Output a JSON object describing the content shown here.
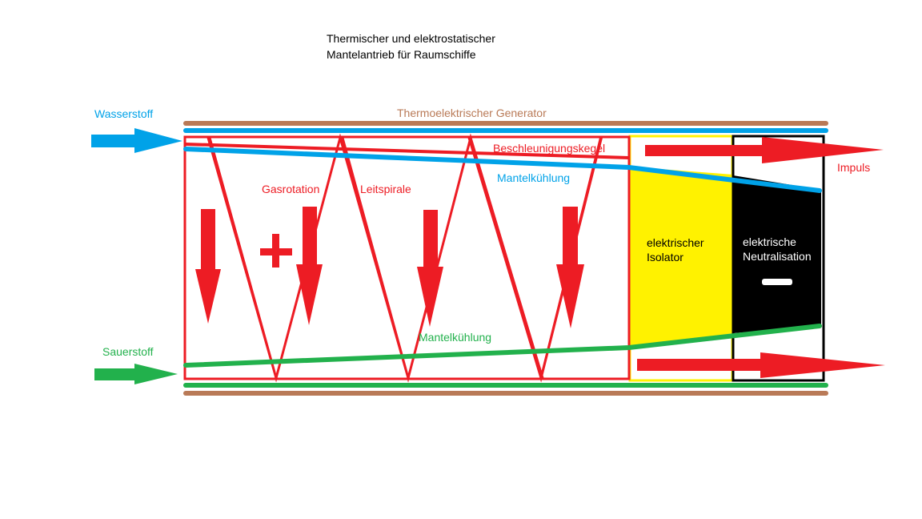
{
  "title": {
    "line1": "Thermischer und elektrostatischer",
    "line2": "Mantelantrieb für Raumschiffe"
  },
  "labels": {
    "hydrogen": "Wasserstoff",
    "oxygen": "Sauerstoff",
    "generator": "Thermoelektrischer Generator",
    "acceleration_cone": "Beschleunigungskegel",
    "jacket_cooling_top": "Mantelkühlung",
    "jacket_cooling_bottom": "Mantelkühlung",
    "gas_rotation": "Gasrotation",
    "guide_spiral": "Leitspirale",
    "impulse": "Impuls",
    "isolator_line1": "elektrischer",
    "isolator_line2": "Isolator",
    "neutralisation_line1": "elektrische",
    "neutralisation_line2": "Neutralisation",
    "plus_sign": "+",
    "minus_sign": "−"
  },
  "colors": {
    "red": "#ed1c24",
    "blue": "#00a2e8",
    "green": "#22b14c",
    "brown": "#b97a57",
    "yellow": "#fff200",
    "black": "#000000"
  }
}
